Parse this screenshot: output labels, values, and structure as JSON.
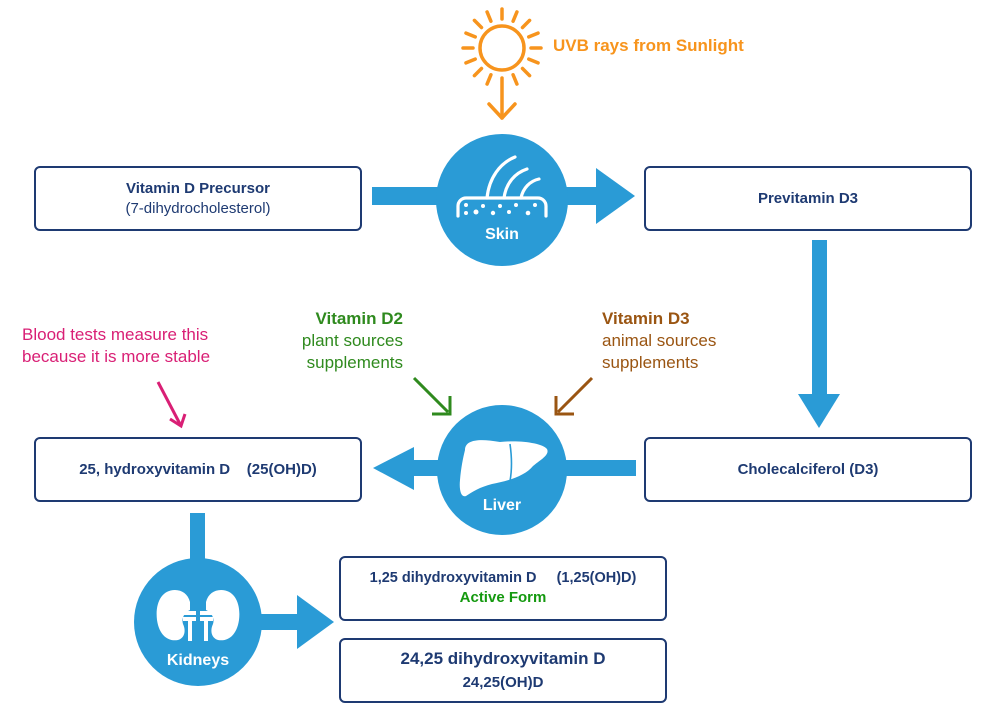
{
  "colors": {
    "flow_blue": "#2a9bd6",
    "box_border": "#1e3a72",
    "sun_orange": "#f7941d",
    "d2_green": "#2f8a1e",
    "d3_brown": "#9a5512",
    "blood_pink": "#d91f75",
    "active_green": "#14990f"
  },
  "sunlight": {
    "label": "UVB rays from Sunlight",
    "icon": "sun-icon"
  },
  "boxes": {
    "precursor": {
      "title": "Vitamin D Precursor",
      "subtitle": "(7-dihydrocholesterol)"
    },
    "previtamin": {
      "title": "Previtamin D3"
    },
    "cholecalciferol": {
      "title": "Cholecalciferol (D3)"
    },
    "hydroxy25": {
      "title": "25, hydroxyvitamin D",
      "abbr": "(25(OH)D)"
    },
    "dihydroxy125": {
      "title": "1,25 dihydroxyvitamin D",
      "abbr": "(1,25(OH)D)",
      "note": "Active Form"
    },
    "dihydroxy2425": {
      "title": "24,25 dihydroxyvitamin D",
      "abbr": "24,25(OH)D"
    }
  },
  "organs": {
    "skin": {
      "label": "Skin",
      "icon": "skin-icon"
    },
    "liver": {
      "label": "Liver",
      "icon": "liver-icon"
    },
    "kidneys": {
      "label": "Kidneys",
      "icon": "kidneys-icon"
    }
  },
  "sources": {
    "d2": {
      "title": "Vitamin D2",
      "line1": "plant sources",
      "line2": "supplements"
    },
    "d3": {
      "title": "Vitamin D3",
      "line1": "animal sources",
      "line2": "supplements"
    }
  },
  "blood_note": {
    "line1": "Blood tests measure this",
    "line2": "because it is more stable"
  }
}
